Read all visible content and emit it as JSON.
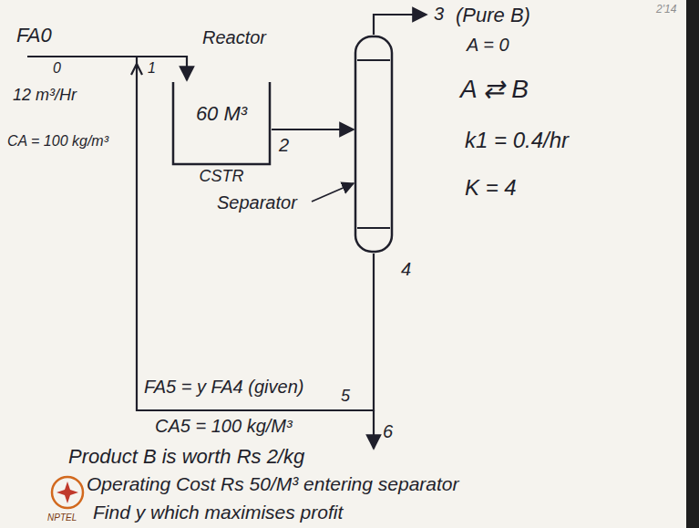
{
  "diagram": {
    "nodes": [
      {
        "text": [
          "Reactor",
          "60 M³",
          "CSTR"
        ]
      },
      {
        "text": [
          "Separator"
        ]
      }
    ],
    "edges": [
      {
        "from": 0,
        "to": 1,
        "arrow": "to",
        "label": "2"
      },
      {
        "from": 1,
        "to": 0,
        "arrow": "to"
      }
    ],
    "labels": [
      "FA0",
      "0",
      "1",
      "12 m³/Hr",
      "CA = 100 kg/m³",
      "3",
      "(Pure B)",
      "A = 0",
      "A ⇄ B",
      "k1 = 0.4/hr",
      "K = 4",
      "4",
      "FA5 = y FA4 (given)",
      "5",
      "CA5 = 100 kg/M³",
      "6",
      "Product B is worth Rs 2/kg",
      "Operating Cost Rs 50/M³ entering separator",
      "Find y which maximises profit",
      "2'14",
      "NPTEL"
    ]
  }
}
